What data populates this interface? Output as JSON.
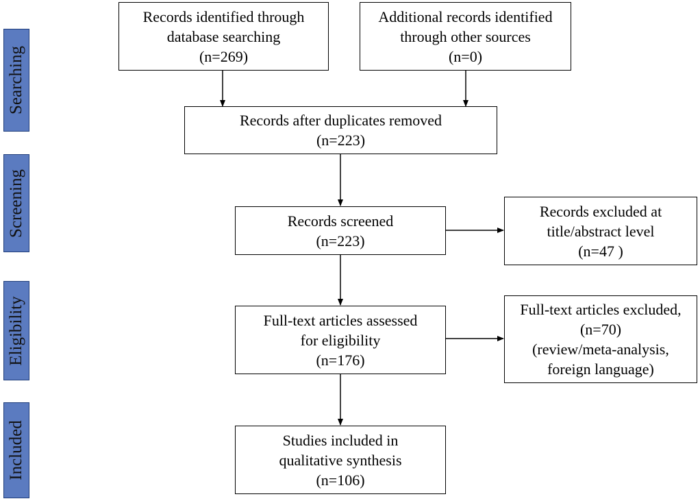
{
  "phases": {
    "searching": "Searching",
    "screening": "Screening",
    "eligibility": "Eligibility",
    "included": "Included"
  },
  "boxes": {
    "db_search": {
      "line1": "Records identified through",
      "line2": "database searching",
      "count": "(n=269)"
    },
    "other_sources": {
      "line1": "Additional records identified",
      "line2": "through other sources",
      "count": "(n=0)"
    },
    "duplicates_removed": {
      "line1": "Records after duplicates removed",
      "count": "(n=223)"
    },
    "screened": {
      "line1": "Records screened",
      "count": "(n=223)"
    },
    "excluded_title": {
      "line1": "Records excluded at",
      "line2": "title/abstract level",
      "count": "(n=47 )"
    },
    "full_text": {
      "line1": "Full-text articles assessed",
      "line2": "for eligibility",
      "count": "(n=176)"
    },
    "full_text_excluded": {
      "line1": "Full-text articles excluded,",
      "count": "(n=70)",
      "line3": "(review/meta-analysis,",
      "line4": "foreign language)"
    },
    "included": {
      "line1": "Studies included in",
      "line2": "qualitative synthesis",
      "count": "(n=106)"
    }
  },
  "colors": {
    "phase_fill": "#5b7bc0",
    "phase_border": "#1f3d7a",
    "box_border": "#000000"
  }
}
